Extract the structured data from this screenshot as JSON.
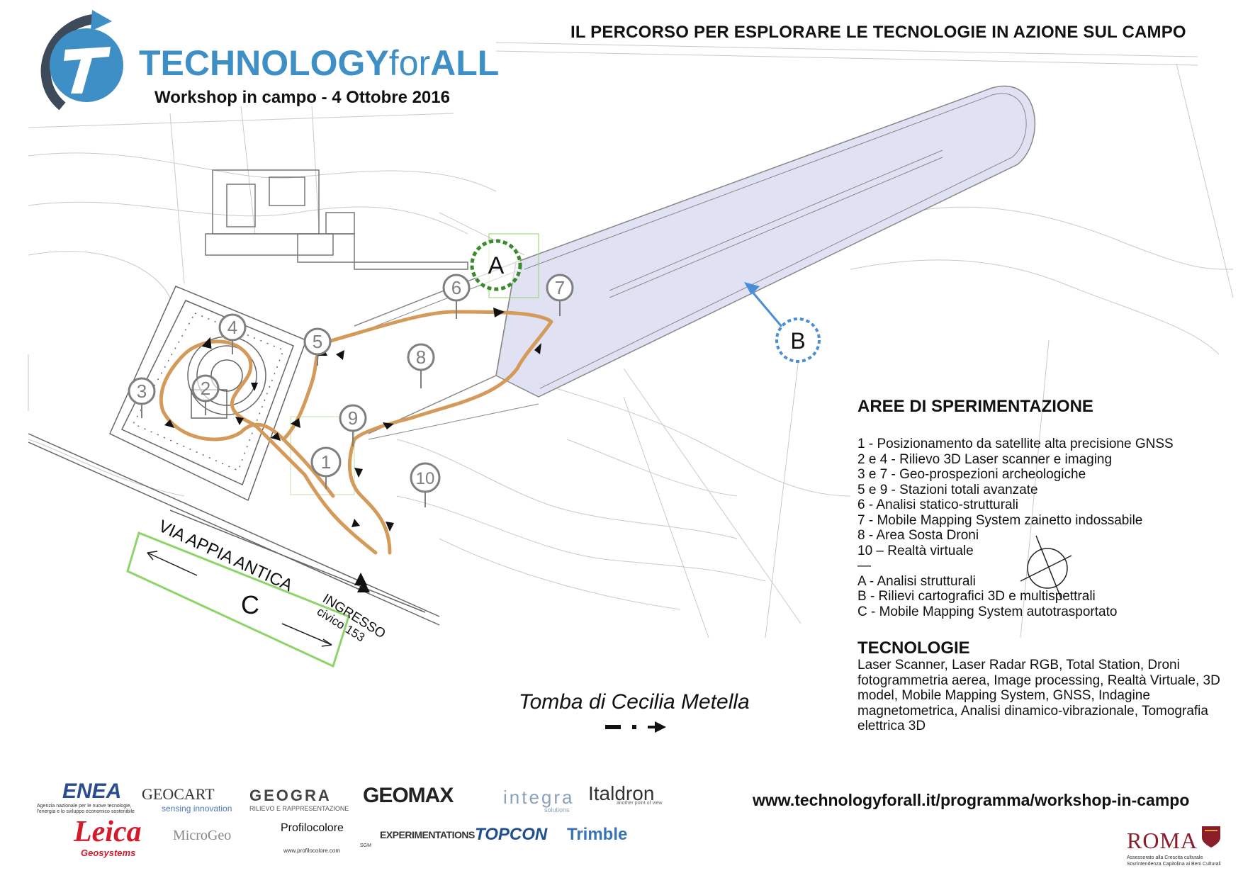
{
  "header": {
    "brand_main": "TECHNOLOGY",
    "brand_for": "for",
    "brand_all": "ALL",
    "subtitle": "Workshop in campo - 4 Ottobre 2016",
    "route_title": "IL PERCORSO PER ESPLORARE LE TECNOLOGIE IN AZIONE SUL CAMPO"
  },
  "map": {
    "markers": [
      "1",
      "2",
      "3",
      "4",
      "5",
      "6",
      "7",
      "8",
      "9",
      "10"
    ],
    "areas": [
      "A",
      "B",
      "C"
    ],
    "road_label": "VIA APPIA ANTICA",
    "entrance_label": "INGRESSO",
    "entrance_civic": "civico 153",
    "colors": {
      "path": "#d49a5a",
      "area_a": "#3b8a2e",
      "area_b": "#4a8fd6",
      "area_b_fill": "#dcdcf2",
      "area_c": "#8ed46a",
      "marker": "#7f7f7f"
    }
  },
  "legend": {
    "title": "AREE DI SPERIMENTAZIONE",
    "items": [
      "1 - Posizionamento da satellite alta precisione GNSS",
      "2 e 4 - Rilievo 3D Laser scanner e imaging",
      "3 e 7 - Geo-prospezioni archeologiche",
      "5 e 9 - Stazioni totali avanzate",
      "6 - Analisi statico-strutturali",
      "7 - Mobile Mapping System zainetto indossabile",
      "8 - Area Sosta Droni",
      "10 – Realtà virtuale"
    ],
    "separator": "—",
    "areas": [
      "A - Analisi strutturali",
      "B - Rilievi cartografici 3D e multispettrali",
      "C - Mobile Mapping System autotrasportato"
    ]
  },
  "technologies": {
    "title": "TECNOLOGIE",
    "text": "Laser Scanner, Laser Radar RGB, Total Station, Droni  fotogrammetria aerea, Image processing, Realtà Virtuale, 3D model, Mobile Mapping System, GNSS, Indagine magnetometrica, Analisi dinamico-vibrazionale, Tomografia elettrica 3D"
  },
  "tomb_label": "Tomba di Cecilia Metella",
  "website": "www.technologyforall.it/programma/workshop-in-campo",
  "sponsors": {
    "enea": "ENEA",
    "enea_sub": "Agenzia nazionale per le nuove tecnologie, l'energia e lo sviluppo economico sostenibile",
    "geocart": "GEOCART",
    "geocart_sub": "sensing innovation",
    "geogra": "GEOGRA",
    "geogra_sub": "RILIEVO E RAPPRESENTAZIONE",
    "geomax": "GEOMAX",
    "integra": "integra",
    "integra_sub": "solutions",
    "italdron": "Italdron",
    "italdron_sub": "another point of view",
    "leica": "Leica",
    "leica_sub": "Geosystems",
    "microgeo": "MicroGeo",
    "profilocolore": "Profilocolore",
    "profilocolore_sub": "www.profilocolore.com",
    "experimentations": "EXPERIMENTATIONS",
    "sgm": "SGM",
    "topcon": "TOPCON",
    "trimble": "Trimble",
    "roma": "ROMA",
    "roma_sub": "Assessorato alla Crescita culturale Sovrintendenza Capitolina ai Beni Culturali"
  }
}
